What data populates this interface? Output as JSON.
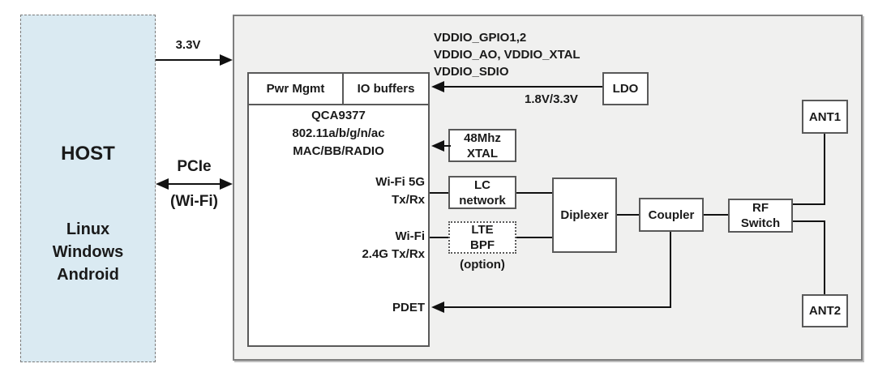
{
  "host": {
    "title": "HOST",
    "os": [
      "Linux",
      "Windows",
      "Android"
    ]
  },
  "interconnect": {
    "power_label": "3.3V",
    "bus_label": "PCIe",
    "bus_sublabel": "(Wi-Fi)"
  },
  "power": {
    "rails": [
      "VDDIO_GPIO1,2",
      "VDDIO_AO, VDDIO_XTAL",
      "VDDIO_SDIO"
    ],
    "ldo_label": "LDO",
    "ldo_output": "1.8V/3.3V"
  },
  "chip": {
    "header": [
      "Pwr Mgmt",
      "IO buffers"
    ],
    "name": [
      "QCA9377",
      "802.11a/b/g/n/ac",
      "MAC/BB/RADIO"
    ],
    "port_wifi5g": [
      "Wi-Fi 5G",
      "Tx/Rx"
    ],
    "port_wifi24g": [
      "Wi-Fi",
      "2.4G Tx/Rx"
    ],
    "port_pdet": "PDET"
  },
  "rf": {
    "xtal": [
      "48Mhz",
      "XTAL"
    ],
    "lc": [
      "LC",
      "network"
    ],
    "lte": [
      "LTE",
      "BPF"
    ],
    "lte_note": "(option)",
    "diplexer": "Diplexer",
    "coupler": "Coupler",
    "rf_switch": [
      "RF",
      "Switch"
    ],
    "ant1": "ANT1",
    "ant2": "ANT2"
  },
  "colors": {
    "host_fill": "#daeaf2",
    "panel_fill": "#f0f0ef",
    "box_border": "#595959",
    "panel_border": "#7d7d7d",
    "line": "#111111",
    "text": "#1a1a1a"
  }
}
